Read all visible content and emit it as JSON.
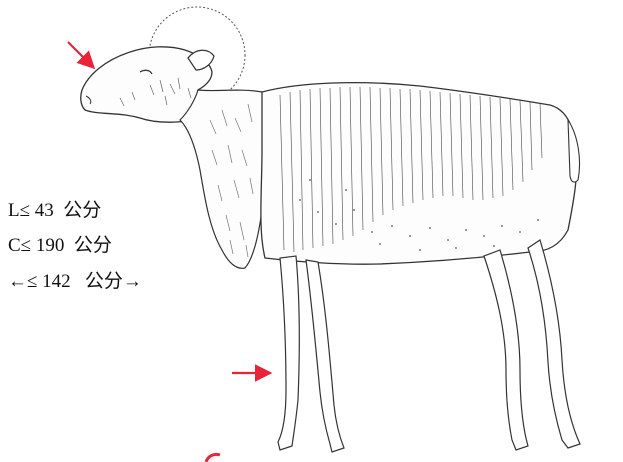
{
  "measurements": {
    "length": "L≤ 43  公分",
    "chest": "C≤ 190  公分",
    "height": "←≤ 142   公分→"
  },
  "colors": {
    "line": "#333333",
    "hatch": "#444444",
    "arrow": "#e8233a",
    "background": "#ffffff"
  },
  "icons": [
    "arrow-icon-head",
    "arrow-icon-leg"
  ]
}
